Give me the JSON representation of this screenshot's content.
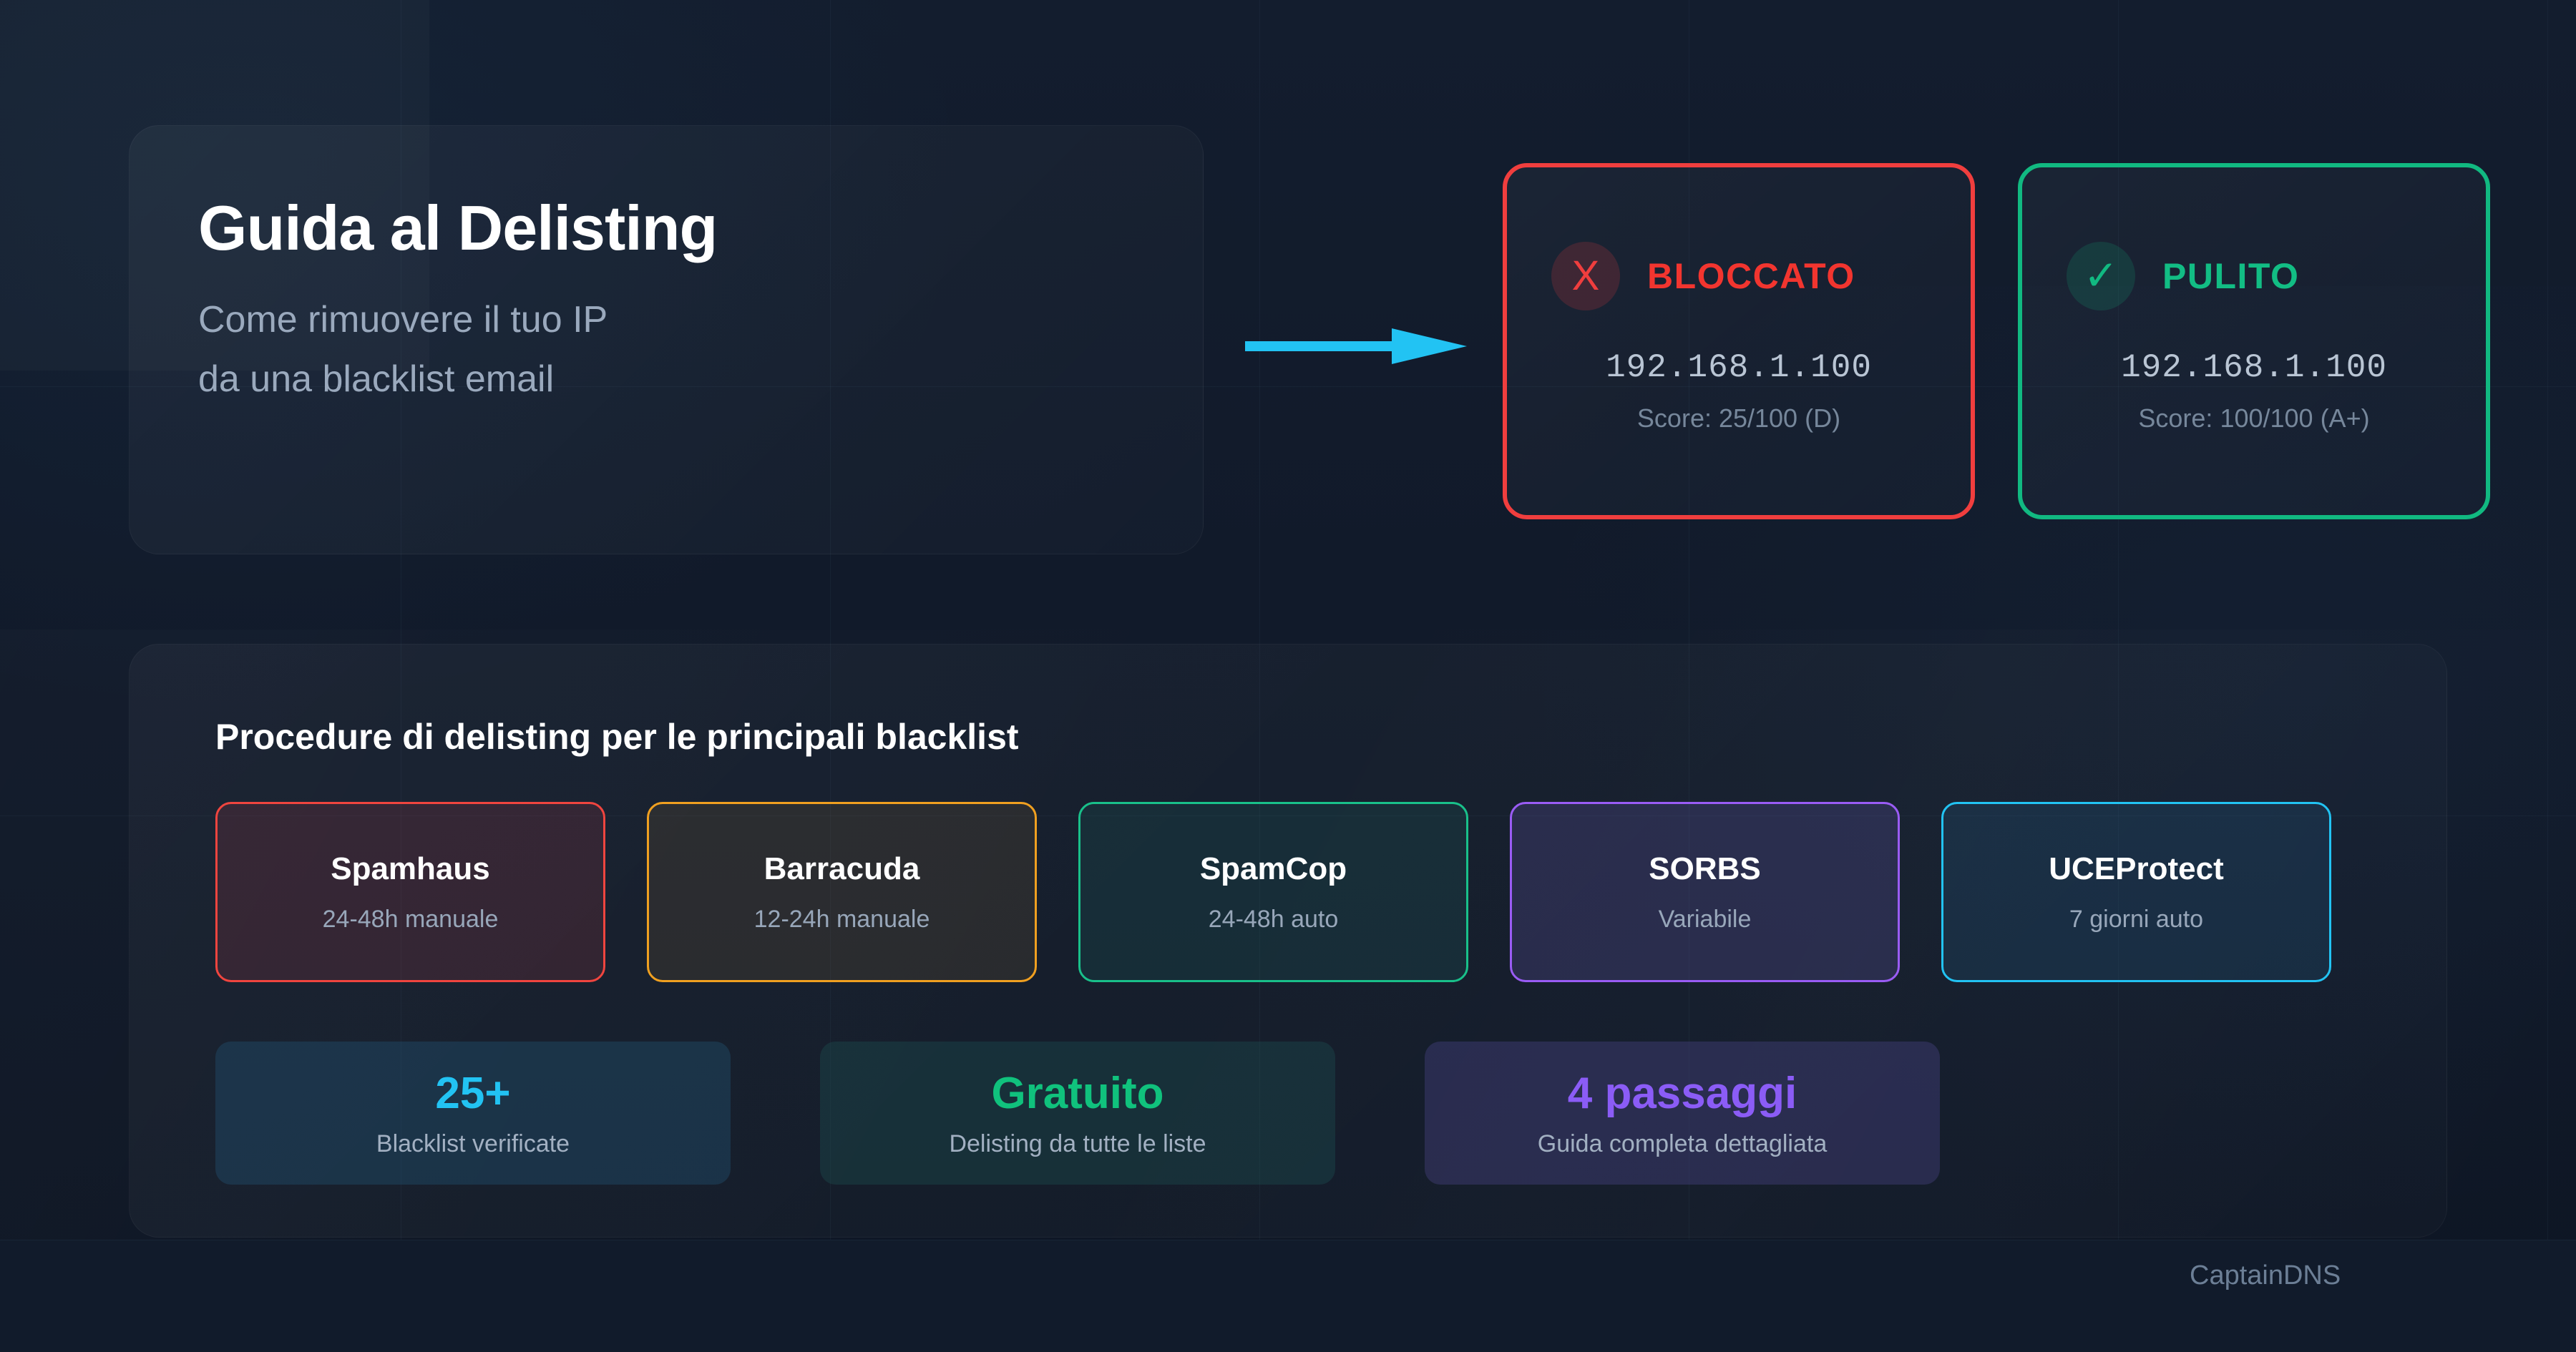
{
  "hero": {
    "title": "Guida al Delisting",
    "subtitle_line1": "Come rimuovere il tuo IP",
    "subtitle_line2": "da una blacklist email"
  },
  "flow_arrow": {
    "icon": "arrow-right-icon",
    "color": "#22c3f3"
  },
  "status_cards": [
    {
      "key": "blocked",
      "icon": "x-mark-icon",
      "icon_glyph": "X",
      "label": "BLOCCATO",
      "ip": "192.168.1.100",
      "score": "Score: 25/100 (D)",
      "border_color": "#f03e3e",
      "label_color": "#f2352f"
    },
    {
      "key": "clean",
      "icon": "check-mark-icon",
      "icon_glyph": "✓",
      "label": "PULITO",
      "ip": "192.168.1.100",
      "score": "Score: 100/100 (A+)",
      "border_color": "#11b981",
      "label_color": "#12bd84"
    }
  ],
  "panel": {
    "title": "Procedure di delisting per le principali blacklist",
    "blacklists": [
      {
        "name": "Spamhaus",
        "time": "24-48h manuale",
        "accent": "#f0453f",
        "bg": "rgba(150,55,70,0.22)"
      },
      {
        "name": "Barracuda",
        "time": "12-24h manuale",
        "accent": "#f0a020",
        "bg": "rgba(120,95,55,0.20)"
      },
      {
        "name": "SpamCop",
        "time": "24-48h auto",
        "accent": "#19c08a",
        "bg": "rgba(30,105,100,0.20)"
      },
      {
        "name": "SORBS",
        "time": "Variabile",
        "accent": "#9a5cf5",
        "bg": "rgba(95,85,165,0.26)"
      },
      {
        "name": "UCEProtect",
        "time": "7 giorni auto",
        "accent": "#22c3f3",
        "bg": "rgba(35,95,135,0.22)"
      }
    ],
    "stats": [
      {
        "value": "25+",
        "label": "Blacklist verificate",
        "color": "#22c3f3",
        "bg": "rgba(34,90,125,0.34)"
      },
      {
        "value": "Gratuito",
        "label": "Delisting da tutte le liste",
        "color": "#10c27d",
        "bg": "rgba(28,85,85,0.34)"
      },
      {
        "value": "4 passaggi",
        "label": "Guida completa dettagliata",
        "color": "#8b5cf6",
        "bg": "rgba(73,68,132,0.40)"
      }
    ]
  },
  "footer": {
    "brand": "CaptainDNS"
  }
}
